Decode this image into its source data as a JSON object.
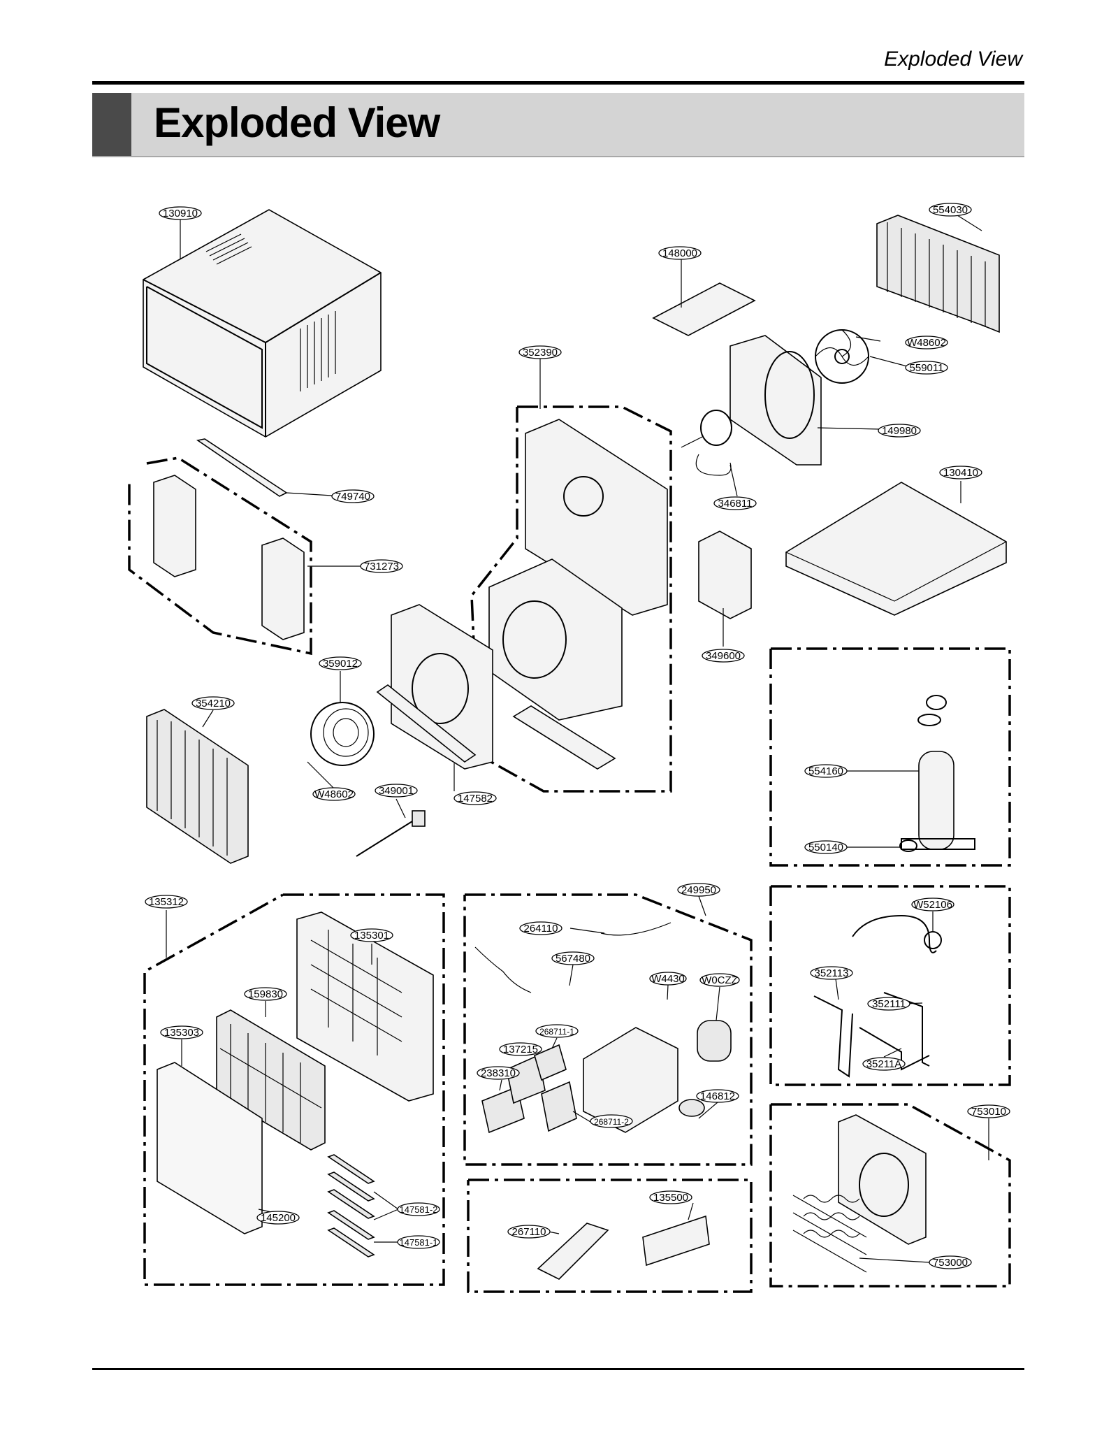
{
  "header": {
    "running_title": "Exploded View"
  },
  "title": "Exploded View",
  "parts": [
    {
      "id": "130910"
    },
    {
      "id": "554030"
    },
    {
      "id": "148000"
    },
    {
      "id": "W48602"
    },
    {
      "id": "352390"
    },
    {
      "id": "559011"
    },
    {
      "id": "149980"
    },
    {
      "id": "749740"
    },
    {
      "id": "346811"
    },
    {
      "id": "130410"
    },
    {
      "id": "731273"
    },
    {
      "id": "349600"
    },
    {
      "id": "359012"
    },
    {
      "id": "354210"
    },
    {
      "id": "554160"
    },
    {
      "id": "W48602"
    },
    {
      "id": "349001"
    },
    {
      "id": "147582"
    },
    {
      "id": "550140"
    },
    {
      "id": "135312"
    },
    {
      "id": "249950"
    },
    {
      "id": "135301"
    },
    {
      "id": "264110"
    },
    {
      "id": "W52106"
    },
    {
      "id": "567480"
    },
    {
      "id": "W4430"
    },
    {
      "id": "W0CZZ"
    },
    {
      "id": "352113"
    },
    {
      "id": "159830"
    },
    {
      "id": "268711-1"
    },
    {
      "id": "352111"
    },
    {
      "id": "135303"
    },
    {
      "id": "137215"
    },
    {
      "id": "238310"
    },
    {
      "id": "35211A"
    },
    {
      "id": "146812"
    },
    {
      "id": "268711-2"
    },
    {
      "id": "753010"
    },
    {
      "id": "147581-2"
    },
    {
      "id": "145200"
    },
    {
      "id": "147581-1"
    },
    {
      "id": "135500"
    },
    {
      "id": "267110"
    },
    {
      "id": "753000"
    }
  ]
}
